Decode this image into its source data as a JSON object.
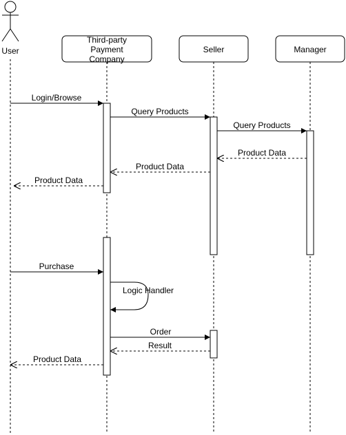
{
  "participants": {
    "user": "User",
    "payment_line1": "Third-party",
    "payment_line2": "Payment",
    "payment_line3": "Company",
    "seller": "Seller",
    "manager": "Manager"
  },
  "messages": {
    "login": "Login/Browse",
    "query_to_seller": "Query Products",
    "query_to_manager": "Query Products",
    "data_from_manager": "Product Data",
    "data_from_seller": "Product Data",
    "data_to_user_1": "Product Data",
    "purchase": "Purchase",
    "logic_handler": "Logic Handler",
    "order": "Order",
    "result": "Result",
    "data_to_user_2": "Product Data"
  }
}
